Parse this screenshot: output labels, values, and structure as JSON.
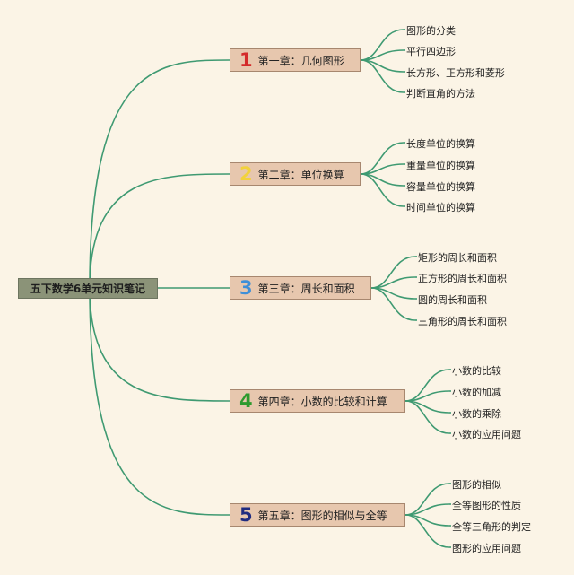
{
  "root": {
    "label": "五下数学6单元知识笔记"
  },
  "chapters": [
    {
      "number": "1",
      "title": "第一章：几何图形",
      "number_color": "#D42B2B",
      "items": [
        "图形的分类",
        "平行四边形",
        "长方形、正方形和菱形",
        "判断直角的方法"
      ]
    },
    {
      "number": "2",
      "title": "第二章：单位换算",
      "number_color": "#F2D23C",
      "items": [
        "长度单位的换算",
        "重量单位的换算",
        "容量单位的换算",
        "时间单位的换算"
      ]
    },
    {
      "number": "3",
      "title": "第三章：周长和面积",
      "number_color": "#3E8FD8",
      "items": [
        "矩形的周长和面积",
        "正方形的周长和面积",
        "圆的周长和面积",
        "三角形的周长和面积"
      ]
    },
    {
      "number": "4",
      "title": "第四章：小数的比较和计算",
      "number_color": "#2E9A2E",
      "items": [
        "小数的比较",
        "小数的加减",
        "小数的乘除",
        "小数的应用问题"
      ]
    },
    {
      "number": "5",
      "title": "第五章：图形的相似与全等",
      "number_color": "#1F2B80",
      "items": [
        "图形的相似",
        "全等图形的性质",
        "全等三角形的判定",
        "图形的应用问题"
      ]
    }
  ],
  "colors": {
    "line": "#3F9A72",
    "background": "#FBF4E6"
  }
}
